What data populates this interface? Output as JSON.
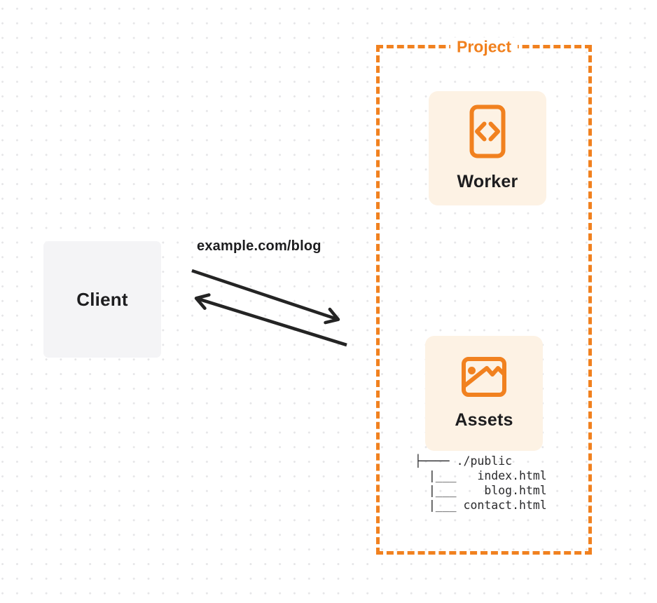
{
  "colors": {
    "accent": "#F1811F",
    "card-bg": "#FDF2E4",
    "client-bg": "#F4F4F6",
    "ink": "#1D1D1F",
    "arrow": "#242424",
    "dot": "#E5E5E7",
    "bg": "#FFFFFF"
  },
  "client": {
    "label": "Client"
  },
  "request": {
    "url_label": "example.com/blog"
  },
  "project": {
    "title": "Project",
    "worker": {
      "label": "Worker",
      "icon": "code-file-icon"
    },
    "assets": {
      "label": "Assets",
      "icon": "image-icon",
      "files_tree": "├──── ./public\n  |___   index.html\n  |___    blog.html\n  |___ contact.html"
    }
  }
}
